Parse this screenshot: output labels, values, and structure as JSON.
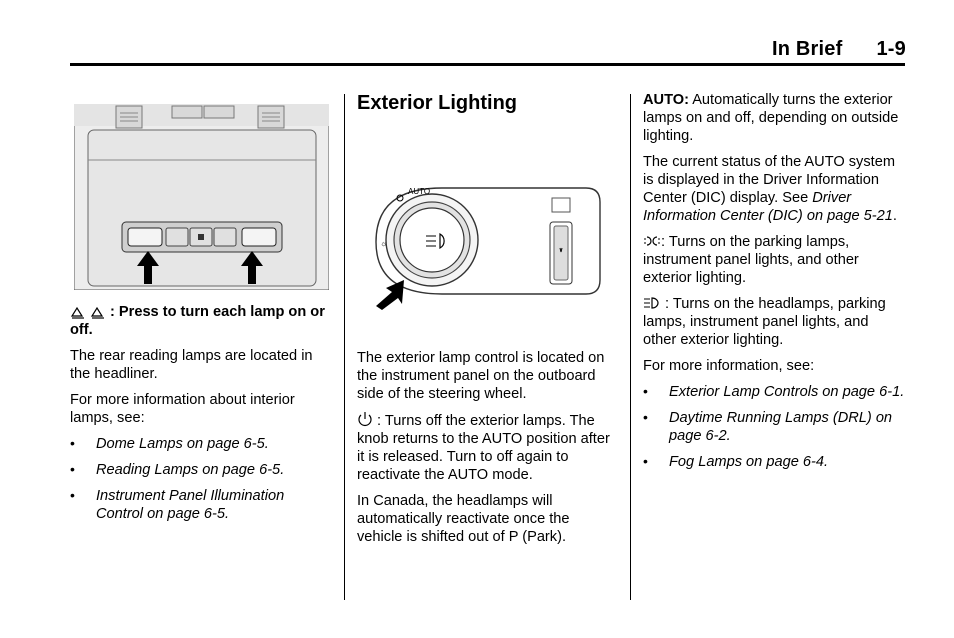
{
  "header": {
    "section": "In Brief",
    "page": "1-9"
  },
  "left": {
    "lamp_caption": ":  Press to turn each lamp on or off.",
    "p1": "The rear reading lamps are located in the headliner.",
    "p2": "For more information about interior lamps, see:",
    "bullets": [
      {
        "text": "Dome Lamps on page 6-5",
        "end": "."
      },
      {
        "text": "Reading Lamps on page 6-5",
        "end": "."
      },
      {
        "text": "Instrument Panel Illumination Control on page 6-5",
        "end": "."
      }
    ]
  },
  "middle": {
    "title": "Exterior Lighting",
    "p1": "The exterior lamp control is located on the instrument panel on the outboard side of the steering wheel.",
    "off_label": " :  Turns off the exterior lamps. The knob returns to the AUTO position after it is released. Turn to off again to reactivate the AUTO mode.",
    "p2": "In Canada, the headlamps will automatically reactivate once the vehicle is shifted out of P (Park).",
    "dial_labels": {
      "auto": "AUTO"
    }
  },
  "right": {
    "auto_term": "AUTO:",
    "auto_text": "  Automatically turns the exterior lamps on and off, depending on outside lighting.",
    "status_text": "The current status of the AUTO system is displayed in the Driver Information Center (DIC) display. See ",
    "status_ref": "Driver Information Center (DIC) on page 5-21",
    "status_end": ".",
    "parking_text": ":  Turns on the parking lamps, instrument panel lights, and other exterior lighting.",
    "headlamp_text": " :  Turns on the headlamps, parking lamps, instrument panel lights, and other exterior lighting.",
    "more_info": "For more information, see:",
    "bullets": [
      {
        "text": "Exterior Lamp Controls on page 6-1",
        "end": "."
      },
      {
        "text": "Daytime Running Lamps (DRL) on page 6-2",
        "end": "."
      },
      {
        "text": "Fog Lamps on page 6-4",
        "end": "."
      }
    ]
  }
}
